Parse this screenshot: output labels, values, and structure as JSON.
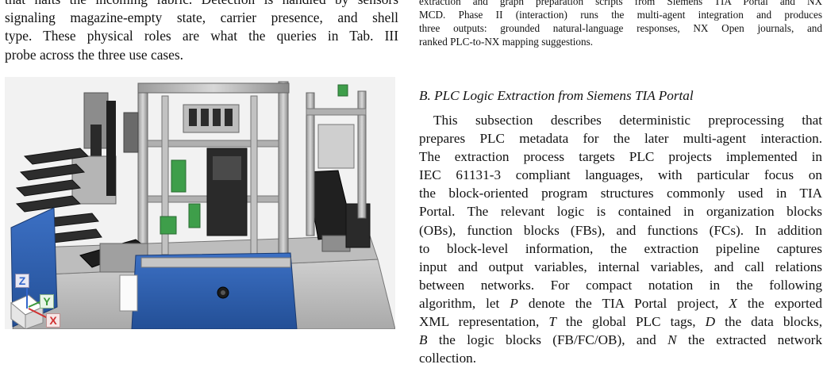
{
  "left_column": {
    "paragraph_lines": [
      "that halts the incoming fabric. Detection is handled by sensors",
      "signaling magazine-empty state, carrier presence, and shell",
      "type. These physical roles are what the queries in Tab. III",
      "probe across the three use cases."
    ]
  },
  "figure": {
    "axes": {
      "z": "Z",
      "y": "Y",
      "x": "X"
    },
    "colors": {
      "z": "#3366cc",
      "y": "#3c9a3c",
      "x": "#d03030",
      "blue_panel": "#2c5fb0"
    }
  },
  "right_column": {
    "caption_lines": [
      "extraction and graph preparation scripts from Siemens TIA Portal and NX",
      "MCD. Phase II (interaction) runs the multi-agent integration and produces",
      "three outputs: grounded natural-language responses, NX Open journals, and",
      "ranked PLC-to-NX mapping suggestions."
    ],
    "section_heading": "B. PLC Logic Extraction from Siemens TIA Portal",
    "body_lines": [
      "This subsection describes deterministic preprocessing that",
      "prepares PLC metadata for the later multi-agent interaction.",
      "The extraction process targets PLC projects implemented in",
      "IEC 61131-3 compliant languages, with particular focus on",
      "the block-oriented program structures commonly used in TIA",
      "Portal. The relevant logic is contained in organization blocks",
      "(OBs), function blocks (FBs), and functions (FCs). In addition",
      "to block-level information, the extraction pipeline captures",
      "input and output variables, internal variables, and call relations",
      "between networks. For compact notation in the following"
    ],
    "algo_line_1": {
      "a": "algorithm, let ",
      "v1": "P",
      "b": " denote the TIA Portal project, ",
      "v2": "X",
      "c": " the exported"
    },
    "algo_line_2": {
      "a": "XML representation, ",
      "v1": "T",
      "b": " the global PLC tags, ",
      "v2": "D",
      "c": " the data blocks,"
    },
    "algo_line_3": {
      "v1": "B",
      "a": " the logic blocks (FB/FC/OB), and ",
      "v2": "N",
      "b": " the extracted network"
    },
    "last_line": "collection."
  }
}
